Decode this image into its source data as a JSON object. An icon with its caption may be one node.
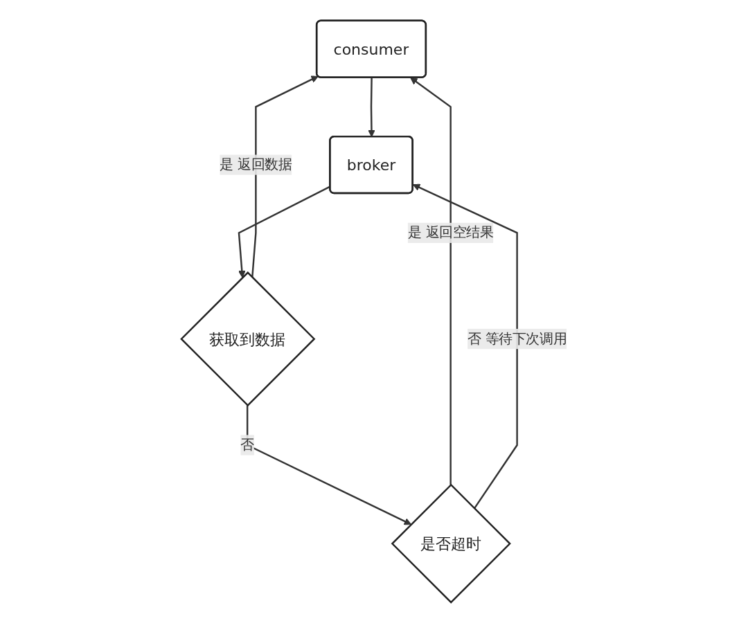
{
  "diagram": {
    "nodes": [
      {
        "text": [
          "consumer"
        ]
      },
      {
        "text": [
          "broker"
        ]
      },
      {
        "text": [
          "获取到数据"
        ]
      },
      {
        "text": [
          "是否超时"
        ]
      }
    ],
    "edges": [
      {
        "from": 0,
        "to": 1,
        "arrow": "to"
      },
      {
        "from": 1,
        "to": 2,
        "arrow": "to"
      },
      {
        "from": 2,
        "to": 3,
        "arrow": "to",
        "label": "否"
      },
      {
        "from": 2,
        "to": 0,
        "arrow": "to",
        "label": "是 返回数据"
      },
      {
        "from": 3,
        "to": 0,
        "arrow": "to",
        "label": "是 返回空结果"
      },
      {
        "from": 3,
        "to": 1,
        "arrow": "to",
        "label": "否 等待下次调用"
      }
    ]
  }
}
